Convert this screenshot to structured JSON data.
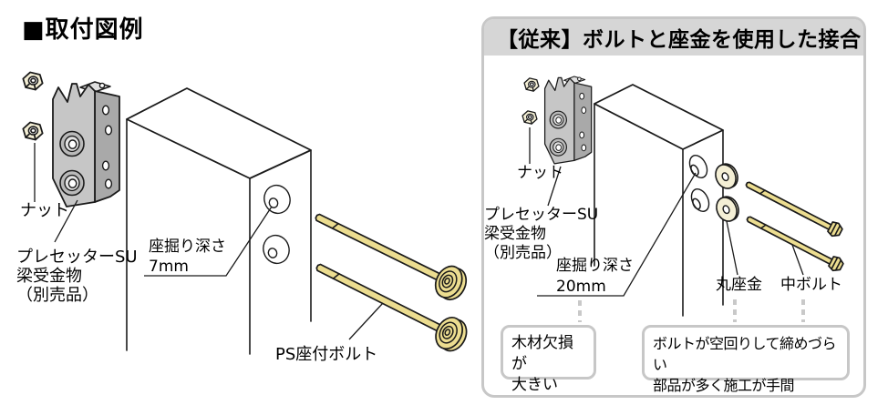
{
  "colors": {
    "line": "#1a1a1a",
    "bolt_yellow": "#ecdd90",
    "hardware_cream": "#f4efd5",
    "bracket_front": "#c6c6c6",
    "bracket_side": "#a9a9a9",
    "bracket_detail": "#e0e0e0",
    "grommet_outer": "#b9b9b9",
    "grommet_mid": "#e3e3e3",
    "panel_border": "#c7c7c7",
    "header_bg": "#d6d6d6",
    "dash_gray": "#c9c9c9",
    "text": "#000000",
    "background": "#ffffff"
  },
  "left_panel": {
    "title": "■取付図例",
    "labels": {
      "nut": "ナット",
      "bracket_line1": "プレセッターSU",
      "bracket_line2": "梁受金物",
      "bracket_line3": "（別売品）",
      "counterbore_line1": "座掘り深さ",
      "counterbore_line2": "7mm",
      "bolt": "PS座付ボルト"
    }
  },
  "right_panel": {
    "header": "【従来】ボルトと座金を使用した接合",
    "labels": {
      "nut": "ナット",
      "bracket_line1": "プレセッターSU",
      "bracket_line2": "梁受金物",
      "bracket_line3": "（別売品）",
      "counterbore_line1": "座掘り深さ",
      "counterbore_line2": "20mm",
      "washer": "丸座金",
      "bolt": "中ボルト"
    },
    "callouts": {
      "wood_loss_line1": "木材欠損が",
      "wood_loss_line2": "大きい",
      "workability_line1": "ボルトが空回りして締めづらい",
      "workability_line2": "部品が多く施工が手間"
    }
  }
}
